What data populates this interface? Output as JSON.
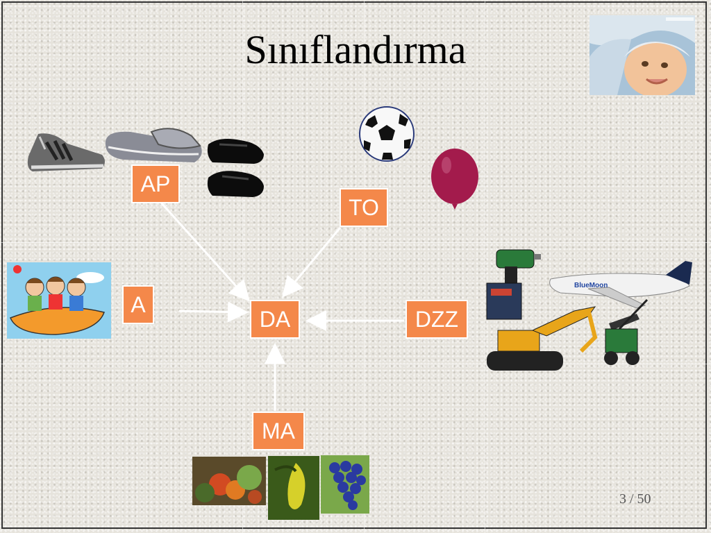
{
  "title": "Sınıflandırma",
  "nodes": {
    "center": "DA",
    "ap": "AP",
    "to": "TO",
    "a": "A",
    "dzz": "DZZ",
    "ma": "MA"
  },
  "page_number": "3 / 50",
  "colors": {
    "node_fill": "#f4884a",
    "node_text": "#ffffff",
    "arrow": "#ffffff"
  }
}
